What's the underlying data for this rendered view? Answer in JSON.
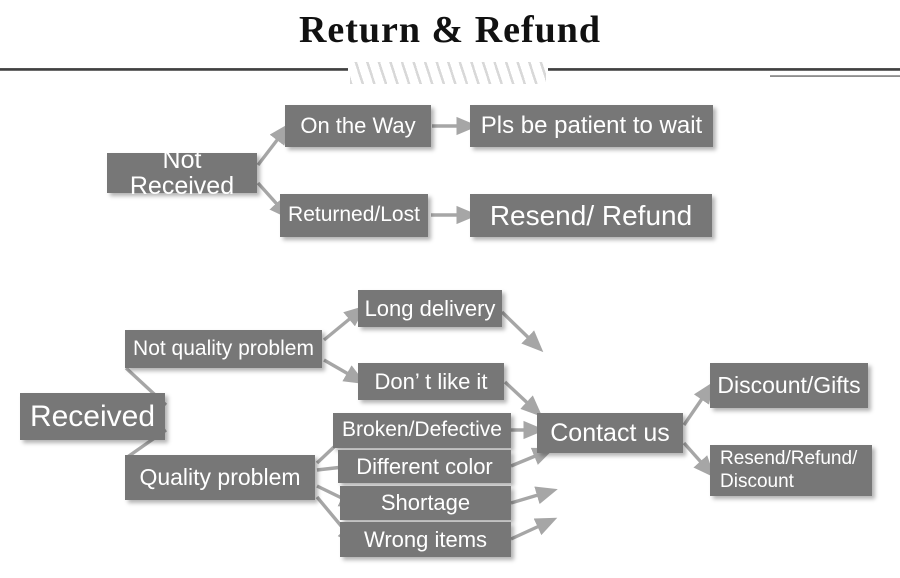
{
  "header": {
    "title": "Return & Refund"
  },
  "diagram": {
    "not_received": {
      "root": "Not Received",
      "on_the_way": "On the Way",
      "on_the_way_result": "Pls be patient to wait",
      "returned_lost": "Returned/Lost",
      "returned_lost_result": "Resend/ Refund"
    },
    "received": {
      "root": "Received",
      "not_quality_problem": "Not quality problem",
      "long_delivery": "Long delivery",
      "dont_like_it": "Don’  t like it",
      "quality_problem": "Quality problem",
      "broken_defective": "Broken/Defective",
      "different_color": "Different color",
      "shortage": "Shortage",
      "wrong_items": "Wrong items",
      "contact_us": "Contact us",
      "discount_gifts": "Discount/Gifts",
      "resend_refund_discount": "Resend/Refund/\nDiscount"
    }
  },
  "style": {
    "box_fill": "#777777",
    "box_text": "#ffffff",
    "arrow_color": "#a6a6a6",
    "title_color": "#111111",
    "rule_color": "#3c3c3c",
    "hatch_color": "#d8d8d8",
    "background": "#ffffff"
  }
}
